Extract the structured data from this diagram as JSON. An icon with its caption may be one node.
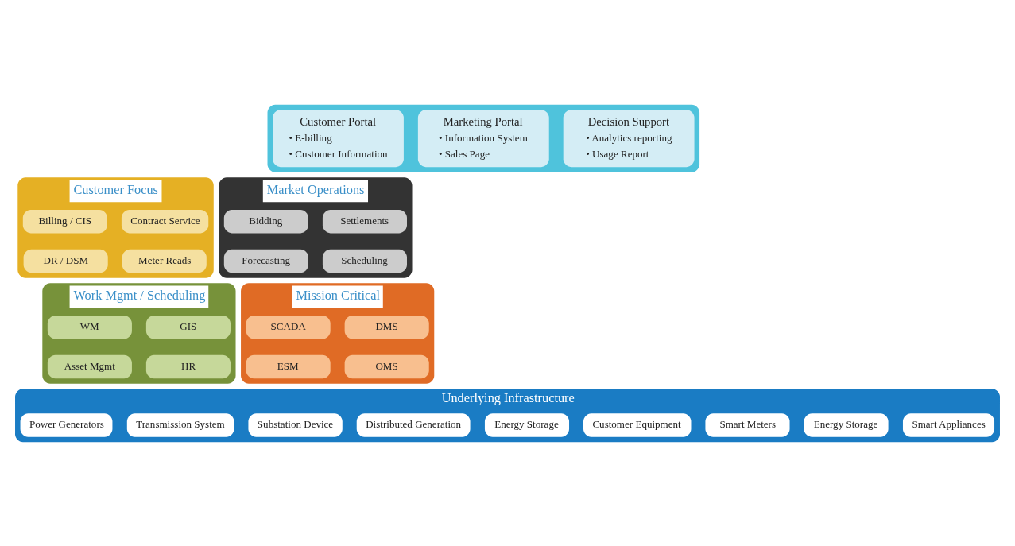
{
  "diagram": {
    "nodes": [
      {
        "text": [],
        "shape": "box"
      },
      {
        "text": [
          "Customer Portal",
          "• E-billing",
          "• Customer Information"
        ],
        "in": 0
      },
      {
        "text": [
          "Marketing Portal",
          "• Information System",
          "• Sales Page"
        ],
        "in": 0
      },
      {
        "text": [
          "Decision Support",
          "• Analytics reporting",
          "• Usage Report"
        ],
        "in": 0
      },
      {
        "text": [
          "Customer Focus"
        ]
      },
      {
        "text": [
          "Billing / CIS"
        ],
        "in": 4
      },
      {
        "text": [
          "Contract Service"
        ],
        "in": 4
      },
      {
        "text": [
          "DR / DSM"
        ],
        "in": 4
      },
      {
        "text": [
          "Meter Reads"
        ],
        "in": 4
      },
      {
        "text": [
          "Market Operations"
        ]
      },
      {
        "text": [
          "Bidding"
        ],
        "in": 9
      },
      {
        "text": [
          "Settlements"
        ],
        "in": 9
      },
      {
        "text": [
          "Forecasting"
        ],
        "in": 9
      },
      {
        "text": [
          "Scheduling"
        ],
        "in": 9
      },
      {
        "text": [
          "Work Mgmt / Scheduling"
        ]
      },
      {
        "text": [
          "WM"
        ],
        "in": 14
      },
      {
        "text": [
          "GIS"
        ],
        "in": 14
      },
      {
        "text": [
          "Asset Mgmt"
        ],
        "in": 14
      },
      {
        "text": [
          "HR"
        ],
        "in": 14
      },
      {
        "text": [
          "Mission Critical"
        ]
      },
      {
        "text": [
          "SCADA"
        ],
        "in": 19
      },
      {
        "text": [
          "DMS"
        ],
        "in": 19
      },
      {
        "text": [
          "ESM"
        ],
        "in": 19
      },
      {
        "text": [
          "OMS"
        ],
        "in": 19
      },
      {
        "text": [
          "Underlying Infrastructure"
        ]
      },
      {
        "text": [
          "Power Generators"
        ],
        "in": 24
      },
      {
        "text": [
          "Transmission System"
        ],
        "in": 24
      },
      {
        "text": [
          "Substation Device"
        ],
        "in": 24
      },
      {
        "text": [
          "Distributed Generation"
        ],
        "in": 24
      },
      {
        "text": [
          "Energy Storage"
        ],
        "in": 24
      },
      {
        "text": [
          "Customer Equipment"
        ],
        "in": 24
      },
      {
        "text": [
          "Smart Meters"
        ],
        "in": 24
      },
      {
        "text": [
          "Energy Storage"
        ],
        "in": 24
      },
      {
        "text": [
          "Smart Appliances"
        ],
        "in": 24
      }
    ],
    "edges": []
  }
}
